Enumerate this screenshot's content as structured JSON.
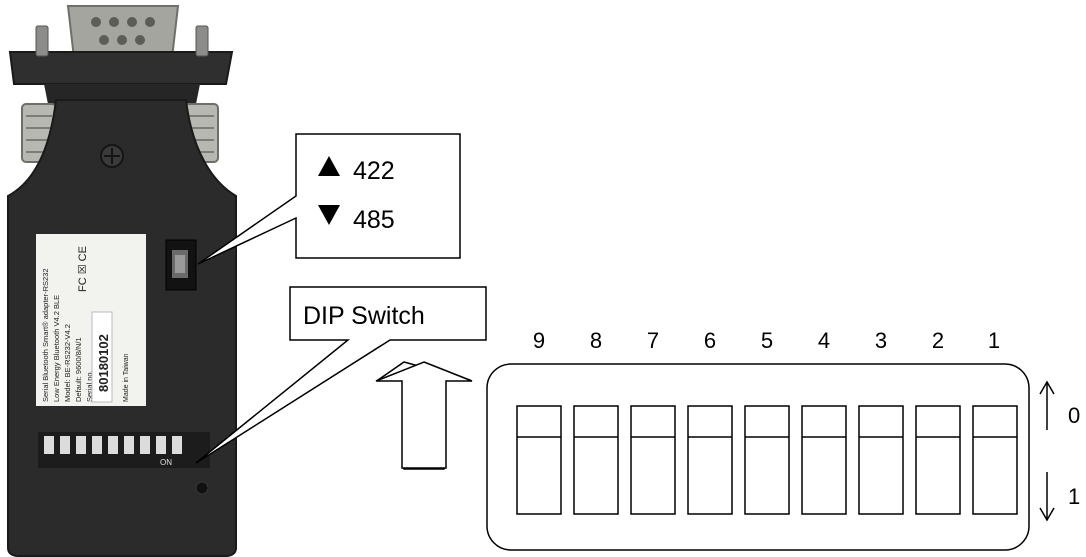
{
  "device": {
    "label_lines": [
      "Serial Bluetooth Smart® adapter-RS232",
      "Low Energy Bluetooth V4.2 BLE",
      "Model: BE-RS232-V4.2",
      "Default: 9600/8/N/1",
      "Serial no."
    ],
    "serial_number": "80180102",
    "origin": "Made in Taiwan",
    "certifications": "FC ☒ CE",
    "dip_marking": "ON"
  },
  "mode_callout": {
    "up_symbol": "▲",
    "up_value": "422",
    "down_symbol": "▼",
    "down_value": "485"
  },
  "dip_callout": {
    "label": "DIP Switch"
  },
  "dip_switch": {
    "positions": [
      "9",
      "8",
      "7",
      "6",
      "5",
      "4",
      "3",
      "2",
      "1"
    ],
    "top_value": "0",
    "bottom_value": "1"
  },
  "colors": {
    "device_body": "#2b2b2b",
    "device_edge": "#1a1a1a",
    "connector_metal": "#9a9a96",
    "label_sticker": "#f2f2ee",
    "outline": "#000000"
  }
}
